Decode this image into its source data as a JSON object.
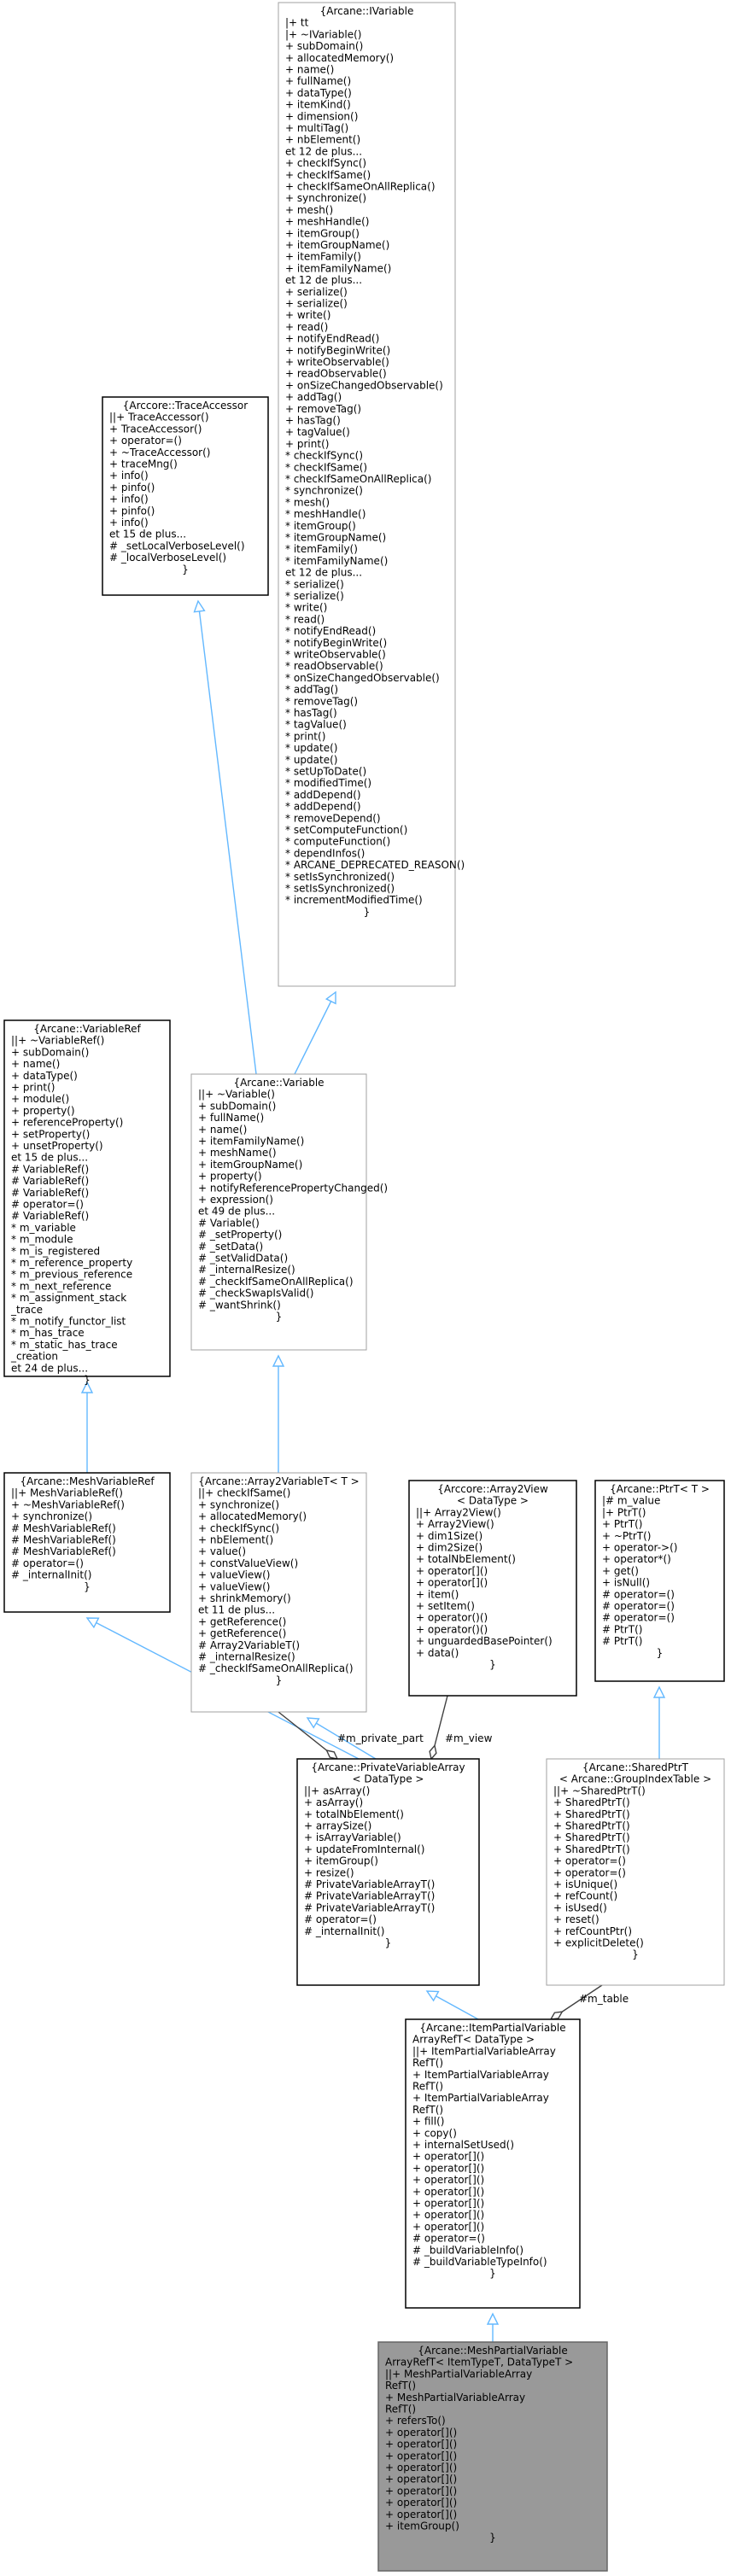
{
  "nodes": {
    "ivariable": [
      "{Arcane::IVariable",
      "|+ tt",
      "|+ ~IVariable()",
      "+ subDomain()",
      "+ allocatedMemory()",
      "+ name()",
      "+ fullName()",
      "+ dataType()",
      "+ itemKind()",
      "+ dimension()",
      "+ multiTag()",
      "+ nbElement()",
      "et 12 de plus...",
      "+ checkIfSync()",
      "+ checkIfSame()",
      "+ checkIfSameOnAllReplica()",
      "+ synchronize()",
      "+ mesh()",
      "+ meshHandle()",
      "+ itemGroup()",
      "+ itemGroupName()",
      "+ itemFamily()",
      "+ itemFamilyName()",
      "et 12 de plus...",
      "+ serialize()",
      "+ serialize()",
      "+ write()",
      "+ read()",
      "+ notifyEndRead()",
      "+ notifyBeginWrite()",
      "+ writeObservable()",
      "+ readObservable()",
      "+ onSizeChangedObservable()",
      "+ addTag()",
      "+ removeTag()",
      "+ hasTag()",
      "+ tagValue()",
      "+ print()",
      "* checkIfSync()",
      "* checkIfSame()",
      "* checkIfSameOnAllReplica()",
      "* synchronize()",
      "* mesh()",
      "* meshHandle()",
      "* itemGroup()",
      "* itemGroupName()",
      "* itemFamily()",
      "* itemFamilyName()",
      "et 12 de plus...",
      "* serialize()",
      "* serialize()",
      "* write()",
      "* read()",
      "* notifyEndRead()",
      "* notifyBeginWrite()",
      "* writeObservable()",
      "* readObservable()",
      "* onSizeChangedObservable()",
      "* addTag()",
      "* removeTag()",
      "* hasTag()",
      "* tagValue()",
      "* print()",
      "* update()",
      "* update()",
      "* setUpToDate()",
      "* modifiedTime()",
      "* addDepend()",
      "* addDepend()",
      "* removeDepend()",
      "* setComputeFunction()",
      "* computeFunction()",
      "* dependInfos()",
      "* ARCANE_DEPRECATED_REASON()",
      "* setIsSynchronized()",
      "* setIsSynchronized()",
      "* incrementModifiedTime()",
      "}"
    ],
    "traceaccessor": [
      "{Arccore::TraceAccessor",
      "||+ TraceAccessor()",
      "+ TraceAccessor()",
      "+ operator=()",
      "+ ~TraceAccessor()",
      "+ traceMng()",
      "+ info()",
      "+ pinfo()",
      "+ info()",
      "+ pinfo()",
      "+ info()",
      "et 15 de plus...",
      "# _setLocalVerboseLevel()",
      "# _localVerboseLevel()",
      "}"
    ],
    "variableref": [
      "{Arcane::VariableRef",
      "||+ ~VariableRef()",
      "+ subDomain()",
      "+ name()",
      "+ dataType()",
      "+ print()",
      "+ module()",
      "+ property()",
      "+ referenceProperty()",
      "+ setProperty()",
      "+ unsetProperty()",
      "et 15 de plus...",
      "# VariableRef()",
      "# VariableRef()",
      "# VariableRef()",
      "# operator=()",
      "# VariableRef()",
      "* m_variable",
      "* m_module",
      "* m_is_registered",
      "* m_reference_property",
      "* m_previous_reference",
      "* m_next_reference",
      "* m_assignment_stack",
      "_trace",
      "* m_notify_functor_list",
      "* m_has_trace",
      "* m_static_has_trace",
      "_creation",
      "et 24 de plus...",
      "}"
    ],
    "variable": [
      "{Arcane::Variable",
      "||+ ~Variable()",
      "+ subDomain()",
      "+ fullName()",
      "+ name()",
      "+ itemFamilyName()",
      "+ meshName()",
      "+ itemGroupName()",
      "+ property()",
      "+ notifyReferencePropertyChanged()",
      "+ expression()",
      "et 49 de plus...",
      "# Variable()",
      "# _setProperty()",
      "# _setData()",
      "# _setValidData()",
      "# _internalResize()",
      "# _checkIfSameOnAllReplica()",
      "# _checkSwapIsValid()",
      "# _wantShrink()",
      "}"
    ],
    "meshvariableref": [
      "{Arcane::MeshVariableRef",
      "||+ MeshVariableRef()",
      "+ ~MeshVariableRef()",
      "+ synchronize()",
      "# MeshVariableRef()",
      "# MeshVariableRef()",
      "# MeshVariableRef()",
      "# operator=()",
      "# _internalInit()",
      "}"
    ],
    "array2variablet": [
      "{Arcane::Array2VariableT< T >",
      "||+ checkIfSame()",
      "+ synchronize()",
      "+ allocatedMemory()",
      "+ checkIfSync()",
      "+ nbElement()",
      "+ value()",
      "+ constValueView()",
      "+ valueView()",
      "+ valueView()",
      "+ shrinkMemory()",
      "et 11 de plus...",
      "+ getReference()",
      "+ getReference()",
      "# Array2VariableT()",
      "# _internalResize()",
      "# _checkIfSameOnAllReplica()",
      "}"
    ],
    "array2view": [
      "{Arccore::Array2View",
      "< DataType >",
      "||+ Array2View()",
      "+ Array2View()",
      "+ dim1Size()",
      "+ dim2Size()",
      "+ totalNbElement()",
      "+ operator[]()",
      "+ operator[]()",
      "+ item()",
      "+ setItem()",
      "+ operator()()",
      "+ operator()()",
      "+ unguardedBasePointer()",
      "+ data()",
      "}"
    ],
    "ptrt": [
      "{Arcane::PtrT< T >",
      "|# m_value",
      "|+ PtrT()",
      "+ PtrT()",
      "+ ~PtrT()",
      "+ operator->()",
      "+ operator*()",
      "+ get()",
      "+ isNull()",
      "# operator=()",
      "# operator=()",
      "# operator=()",
      "# PtrT()",
      "# PtrT()",
      "}"
    ],
    "privatevariablearray": [
      "{Arcane::PrivateVariableArray",
      "< DataType >",
      "||+ asArray()",
      "+ asArray()",
      "+ totalNbElement()",
      "+ arraySize()",
      "+ isArrayVariable()",
      "+ updateFromInternal()",
      "+ itemGroup()",
      "+ resize()",
      "# PrivateVariableArrayT()",
      "# PrivateVariableArrayT()",
      "# PrivateVariableArrayT()",
      "# operator=()",
      "# _internalInit()",
      "}"
    ],
    "sharedptrt": [
      "{Arcane::SharedPtrT",
      "< Arcane::GroupIndexTable >",
      "||+ ~SharedPtrT()",
      "+ SharedPtrT()",
      "+ SharedPtrT()",
      "+ SharedPtrT()",
      "+ SharedPtrT()",
      "+ SharedPtrT()",
      "+ operator=()",
      "+ operator=()",
      "+ isUnique()",
      "+ refCount()",
      "+ isUsed()",
      "+ reset()",
      "+ refCountPtr()",
      "+ explicitDelete()",
      "}"
    ],
    "itempartialvariablearrayreft": [
      "{Arcane::ItemPartialVariable",
      "ArrayRefT< DataType >",
      "||+ ItemPartialVariableArray",
      "RefT()",
      "+ ItemPartialVariableArray",
      "RefT()",
      "+ ItemPartialVariableArray",
      "RefT()",
      "+ fill()",
      "+ copy()",
      "+ internalSetUsed()",
      "+ operator[]()",
      "+ operator[]()",
      "+ operator[]()",
      "+ operator[]()",
      "+ operator[]()",
      "+ operator[]()",
      "+ operator[]()",
      "# operator=()",
      "# _buildVariableInfo()",
      "# _buildVariableTypeInfo()",
      "}"
    ],
    "meshpartialvariablearrayreft": [
      "{Arcane::MeshPartialVariable",
      "ArrayRefT< ItemTypeT, DataTypeT >",
      "||+ MeshPartialVariableArray",
      "RefT()",
      "+ MeshPartialVariableArray",
      "RefT()",
      "+ refersTo()",
      "+ operator[]()",
      "+ operator[]()",
      "+ operator[]()",
      "+ operator[]()",
      "+ operator[]()",
      "+ operator[]()",
      "+ operator[]()",
      "+ operator[]()",
      "+ itemGroup()",
      "}"
    ]
  },
  "edge_labels": {
    "private_part": "#m_private_part",
    "view": "#m_view",
    "table": "#m_table"
  }
}
